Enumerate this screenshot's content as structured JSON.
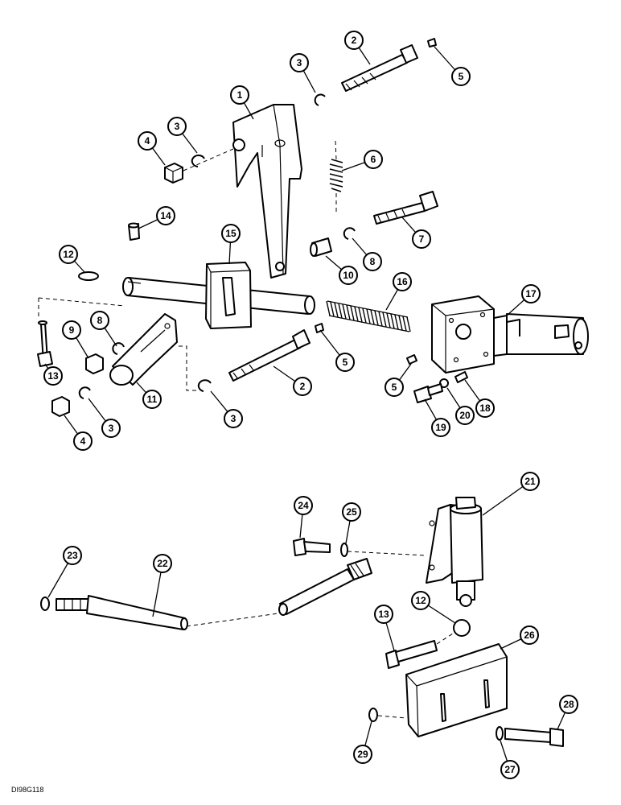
{
  "figure_code": "DI98G118",
  "callouts": [
    "1",
    "2",
    "3",
    "3",
    "4",
    "5",
    "6",
    "7",
    "8",
    "10",
    "12",
    "14",
    "15",
    "16",
    "17",
    "9",
    "8",
    "13",
    "11",
    "2",
    "5",
    "5",
    "3",
    "3",
    "4",
    "19",
    "20",
    "18",
    "21",
    "24",
    "25",
    "23",
    "22",
    "12",
    "13",
    "26",
    "28",
    "29",
    "27"
  ]
}
